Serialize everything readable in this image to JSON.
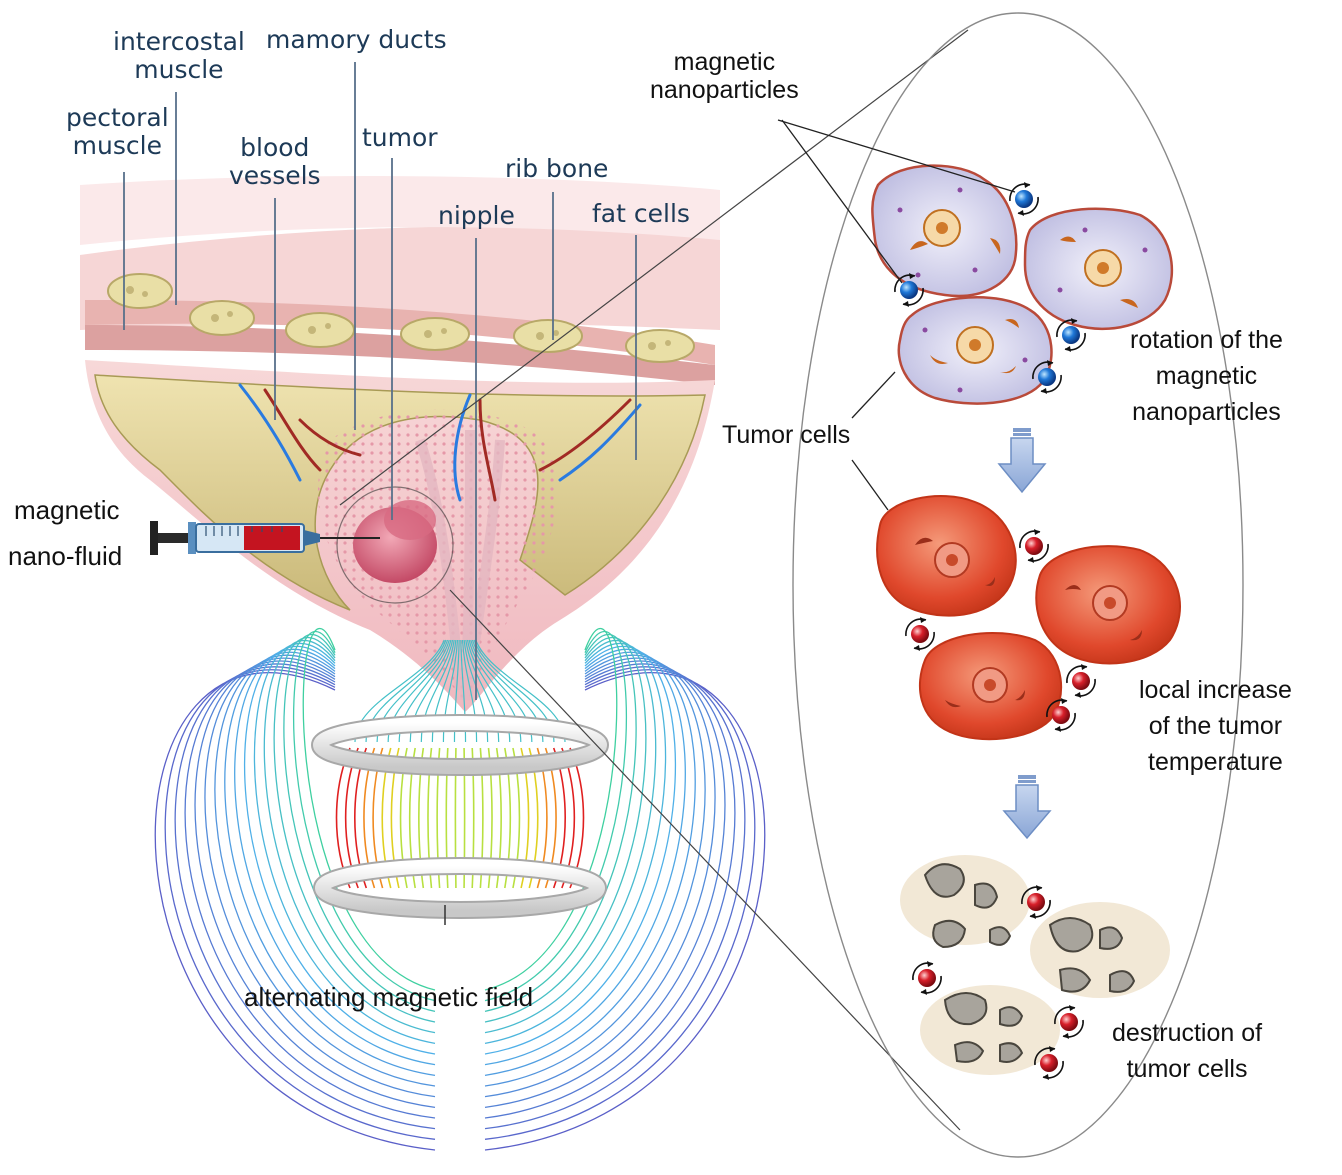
{
  "anatomy_labels": {
    "intercostal_muscle": {
      "line1": "intercostal",
      "line2": "muscle"
    },
    "mamory_ducts": "mamory ducts",
    "pectoral_muscle": {
      "line1": "pectoral",
      "line2": "muscle"
    },
    "blood_vessels": {
      "line1": "blood",
      "line2": "vessels"
    },
    "tumor": "tumor",
    "rib_bone": "rib bone",
    "nipple": "nipple",
    "fat_cells": "fat cells"
  },
  "injection": {
    "line1": "magnetic",
    "line2": "nano-fluid"
  },
  "field_label": "alternating magnetic field",
  "process": {
    "nanoparticles": {
      "line1": "magnetic",
      "line2": "nanoparticles"
    },
    "rotation": {
      "line1": "rotation of the",
      "line2": "magnetic",
      "line3": "nanoparticles"
    },
    "tumor_cells": "Tumor cells",
    "heating": {
      "line1": "local increase",
      "line2": "of the tumor",
      "line3": "temperature"
    },
    "destruction": {
      "line1": "destruction of",
      "line2": "tumor cells"
    }
  },
  "colors": {
    "anatomy_text": "#1d3a57",
    "field_outer": "#5a5fc8",
    "field_inner_hot": "#e02020",
    "healthy_cell_fill": "#dcd9f0",
    "heated_cell_fill": "#e85a3a",
    "dead_cell_fill": "#a8a49c",
    "arrow_fill": "#9fb8e0",
    "nanoparticle_blue": "#1f78d8",
    "nanoparticle_red": "#d81f2a",
    "syringe_fluid": "#c41420"
  }
}
